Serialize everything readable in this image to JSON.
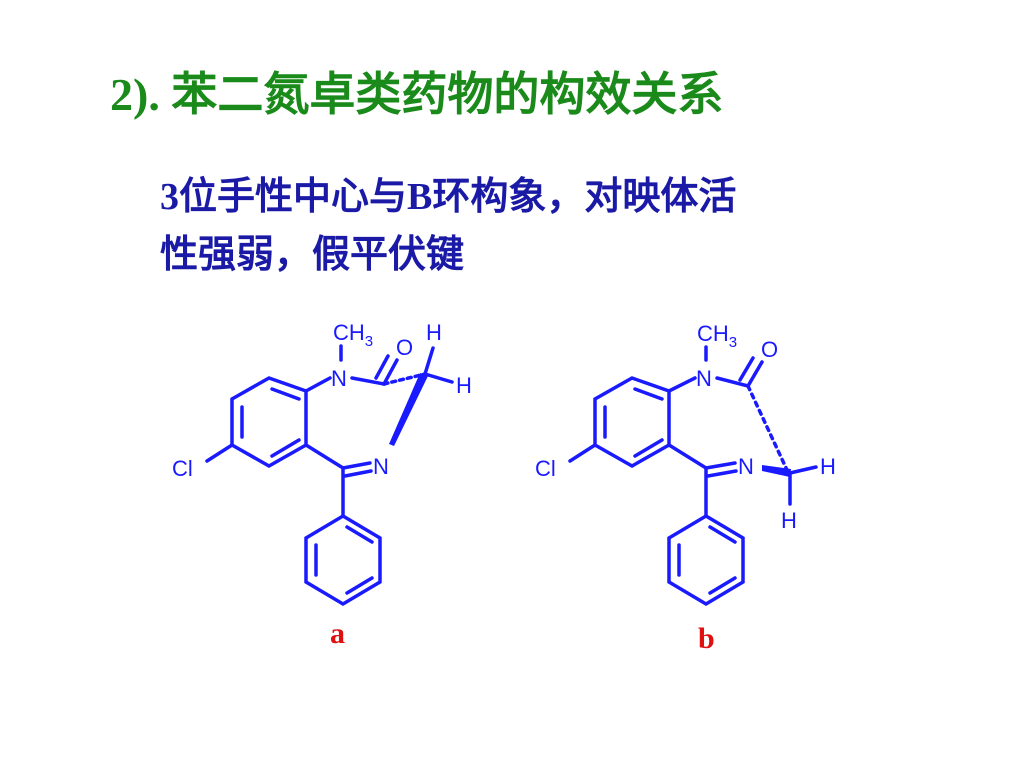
{
  "slide": {
    "title": "2). 苯二氮卓类药物的构效关系",
    "text_line1": "3位手性中心与B环构象，对映体活",
    "text_line2": "性强弱，假平伏键"
  },
  "structures": [
    {
      "label": "a",
      "atoms": {
        "methyl": "CH",
        "methyl_sub": "3",
        "oxygen": "O",
        "nitrogen1": "N",
        "nitrogen2": "N",
        "chlorine": "Cl",
        "hydrogen1": "H",
        "hydrogen2": "H"
      }
    },
    {
      "label": "b",
      "atoms": {
        "methyl": "CH",
        "methyl_sub": "3",
        "oxygen": "O",
        "nitrogen1": "N",
        "nitrogen2": "N",
        "chlorine": "Cl",
        "hydrogen1": "H",
        "hydrogen2": "H"
      }
    }
  ],
  "colors": {
    "title": "#1a8a1a",
    "text": "#1a1aa6",
    "structure": "#1a1aff",
    "label": "#e01010"
  }
}
